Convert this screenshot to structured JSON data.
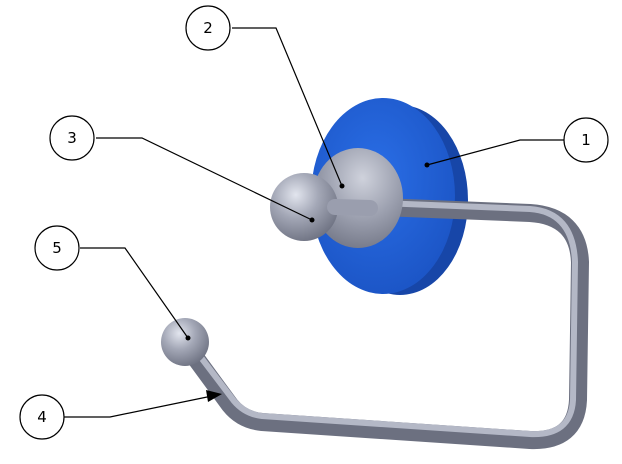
{
  "colors": {
    "background": "#ffffff",
    "plate_face": "#1f5fd6",
    "plate_edge": "#153f9c",
    "metal_light": "#c9cdd8",
    "metal_mid": "#9498a8",
    "metal_dark": "#686c7c",
    "leader": "#000000"
  },
  "balloons": [
    {
      "id": "1",
      "label": "1",
      "part": "wall-plate"
    },
    {
      "id": "2",
      "label": "2",
      "part": "mount-dome"
    },
    {
      "id": "3",
      "label": "3",
      "part": "hub-ball"
    },
    {
      "id": "4",
      "label": "4",
      "part": "bent-rod",
      "arrowhead": true
    },
    {
      "id": "5",
      "label": "5",
      "part": "end-ball"
    }
  ]
}
